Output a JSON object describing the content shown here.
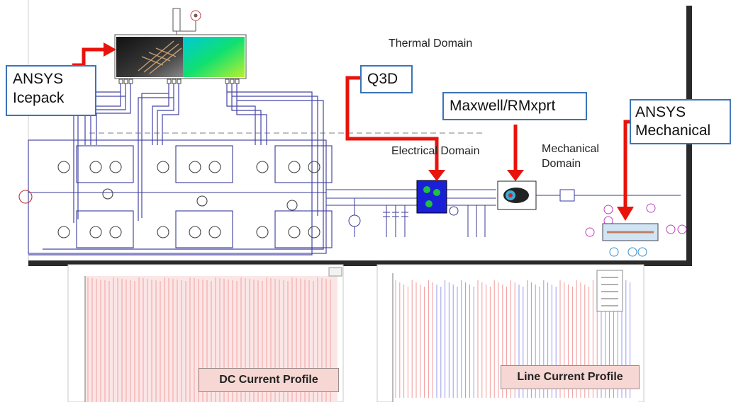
{
  "callouts": {
    "icepack": "ANSYS\nIcepack",
    "q3d": "Q3D",
    "maxwell": "Maxwell/RMxprt",
    "mechanical": "ANSYS\nMechanical"
  },
  "domains": {
    "thermal": "Thermal Domain",
    "electrical": "Electrical Domain",
    "mechanical": "Mechanical\nDomain"
  },
  "plots": {
    "dc": "DC Current Profile",
    "line": "Line Current Profile"
  },
  "colors": {
    "arrow": "#e8140c",
    "wire": "#3a3a9a",
    "callout_border": "#3b74b8",
    "dc_trace": "#f0a0a0",
    "line_red": "#f08080",
    "line_blue": "#8080f0"
  }
}
